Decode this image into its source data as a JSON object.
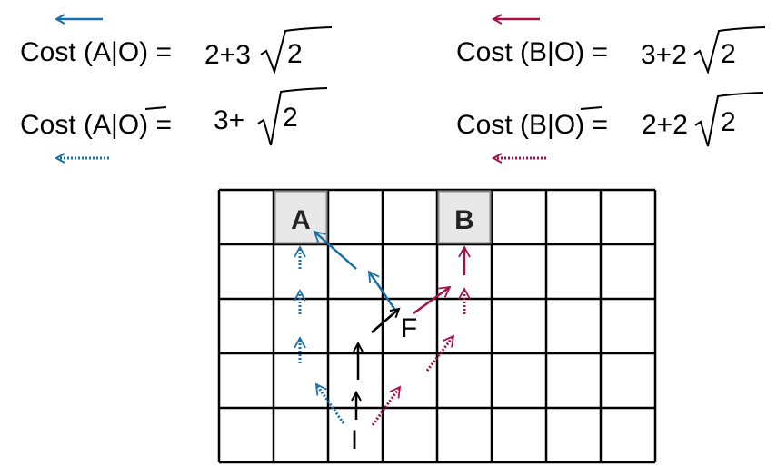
{
  "colors": {
    "blue": "#1a6fa8",
    "red": "#a3104a",
    "black": "#000000",
    "goal_fill": "#e8e8e8",
    "goal_stroke": "#888888"
  },
  "equations": {
    "a_obs": {
      "left": "Cost (A|O) =",
      "value": "2+3",
      "sqrt_arg": "2",
      "legend_style": "solid",
      "legend_color": "blue"
    },
    "a_notobs": {
      "left_prefix": "Cost (A|",
      "left_bar": "O",
      "left_suffix": ") =",
      "value": "3+",
      "sqrt_arg": "2",
      "legend_style": "dotted",
      "legend_color": "blue"
    },
    "b_obs": {
      "left": "Cost (B|O) =",
      "value": "3+2",
      "sqrt_arg": "2",
      "legend_style": "solid",
      "legend_color": "red"
    },
    "b_notobs": {
      "left_prefix": "Cost (B|",
      "left_bar": "O",
      "left_suffix": ") =",
      "value": "2+2",
      "sqrt_arg": "2",
      "legend_style": "dotted",
      "legend_color": "red"
    }
  },
  "grid": {
    "cols": 8,
    "rows": 5,
    "goals": [
      {
        "name": "A",
        "col": 1,
        "row": 0
      },
      {
        "name": "B",
        "col": 4,
        "row": 0
      }
    ],
    "point_labels": {
      "start": "I",
      "fork": "F"
    }
  }
}
